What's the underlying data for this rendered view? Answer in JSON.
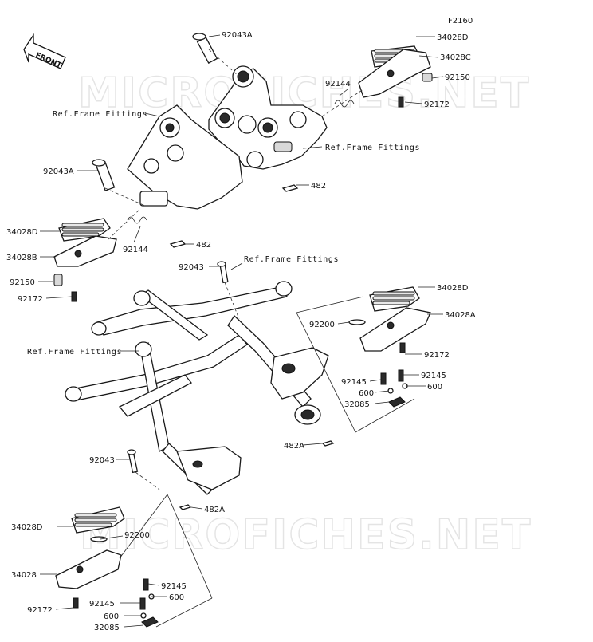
{
  "diagram_code": "F2160",
  "front_arrow_label": "FRONT",
  "watermark_text": "MICROFICHES.NET",
  "ref_label": "Ref.Frame Fittings",
  "labels": {
    "l_92043a_top": "92043A",
    "l_34028d_tr": "34028D",
    "l_34028c": "34028C",
    "l_92144_tr": "92144",
    "l_92150_tr": "92150",
    "l_92172_tr": "92172",
    "l_482_tr": "482",
    "l_92043a_left": "92043A",
    "l_34028d_l": "34028D",
    "l_34028b": "34028B",
    "l_92150_l": "92150",
    "l_92172_l": "92172",
    "l_92144_l": "92144",
    "l_482_l": "482",
    "l_92043_mid": "92043",
    "l_34028d_r": "34028D",
    "l_34028a": "34028A",
    "l_92200_r": "92200",
    "l_92172_r": "92172",
    "l_92145_r1": "92145",
    "l_92145_r2": "92145",
    "l_600_r1": "600",
    "l_600_r2": "600",
    "l_32085_r": "32085",
    "l_482a_r": "482A",
    "l_92043_low": "92043",
    "l_482a_low": "482A",
    "l_34028d_b": "34028D",
    "l_92200_b": "92200",
    "l_34028": "34028",
    "l_92145_b1": "92145",
    "l_600_b1": "600",
    "l_92145_b2": "92145",
    "l_92172_b": "92172",
    "l_600_b2": "600",
    "l_32085_b": "32085"
  }
}
